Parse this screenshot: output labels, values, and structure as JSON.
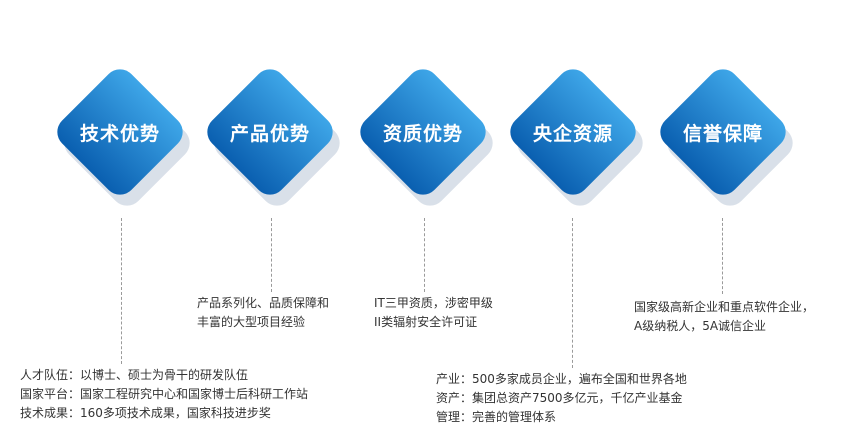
{
  "colors": {
    "diamond_top": "#3ea6e8",
    "diamond_bottom": "#0a5fb0",
    "shadow": "#cfd8e4",
    "connector": "#9a9a9a"
  },
  "items": [
    {
      "title": "技术优势",
      "lines": [
        "人才队伍：以博士、硕士为骨干的研发队伍",
        "国家平台：国家工程研究中心和国家博士后科研工作站",
        "技术成果：160多项技术成果，国家科技进步奖"
      ]
    },
    {
      "title": "产品优势",
      "lines": [
        "产品系列化、品质保障和",
        "丰富的大型项目经验"
      ]
    },
    {
      "title": "资质优势",
      "lines": [
        "IT三甲资质，涉密甲级",
        "II类辐射安全许可证"
      ]
    },
    {
      "title": "央企资源",
      "lines": [
        "产业：500多家成员企业，遍布全国和世界各地",
        "资产：集团总资产7500多亿元，千亿产业基金",
        "管理：完善的管理体系"
      ]
    },
    {
      "title": "信誉保障",
      "lines": [
        "国家级高新企业和重点软件企业，",
        "A级纳税人，5A诚信企业"
      ]
    }
  ]
}
